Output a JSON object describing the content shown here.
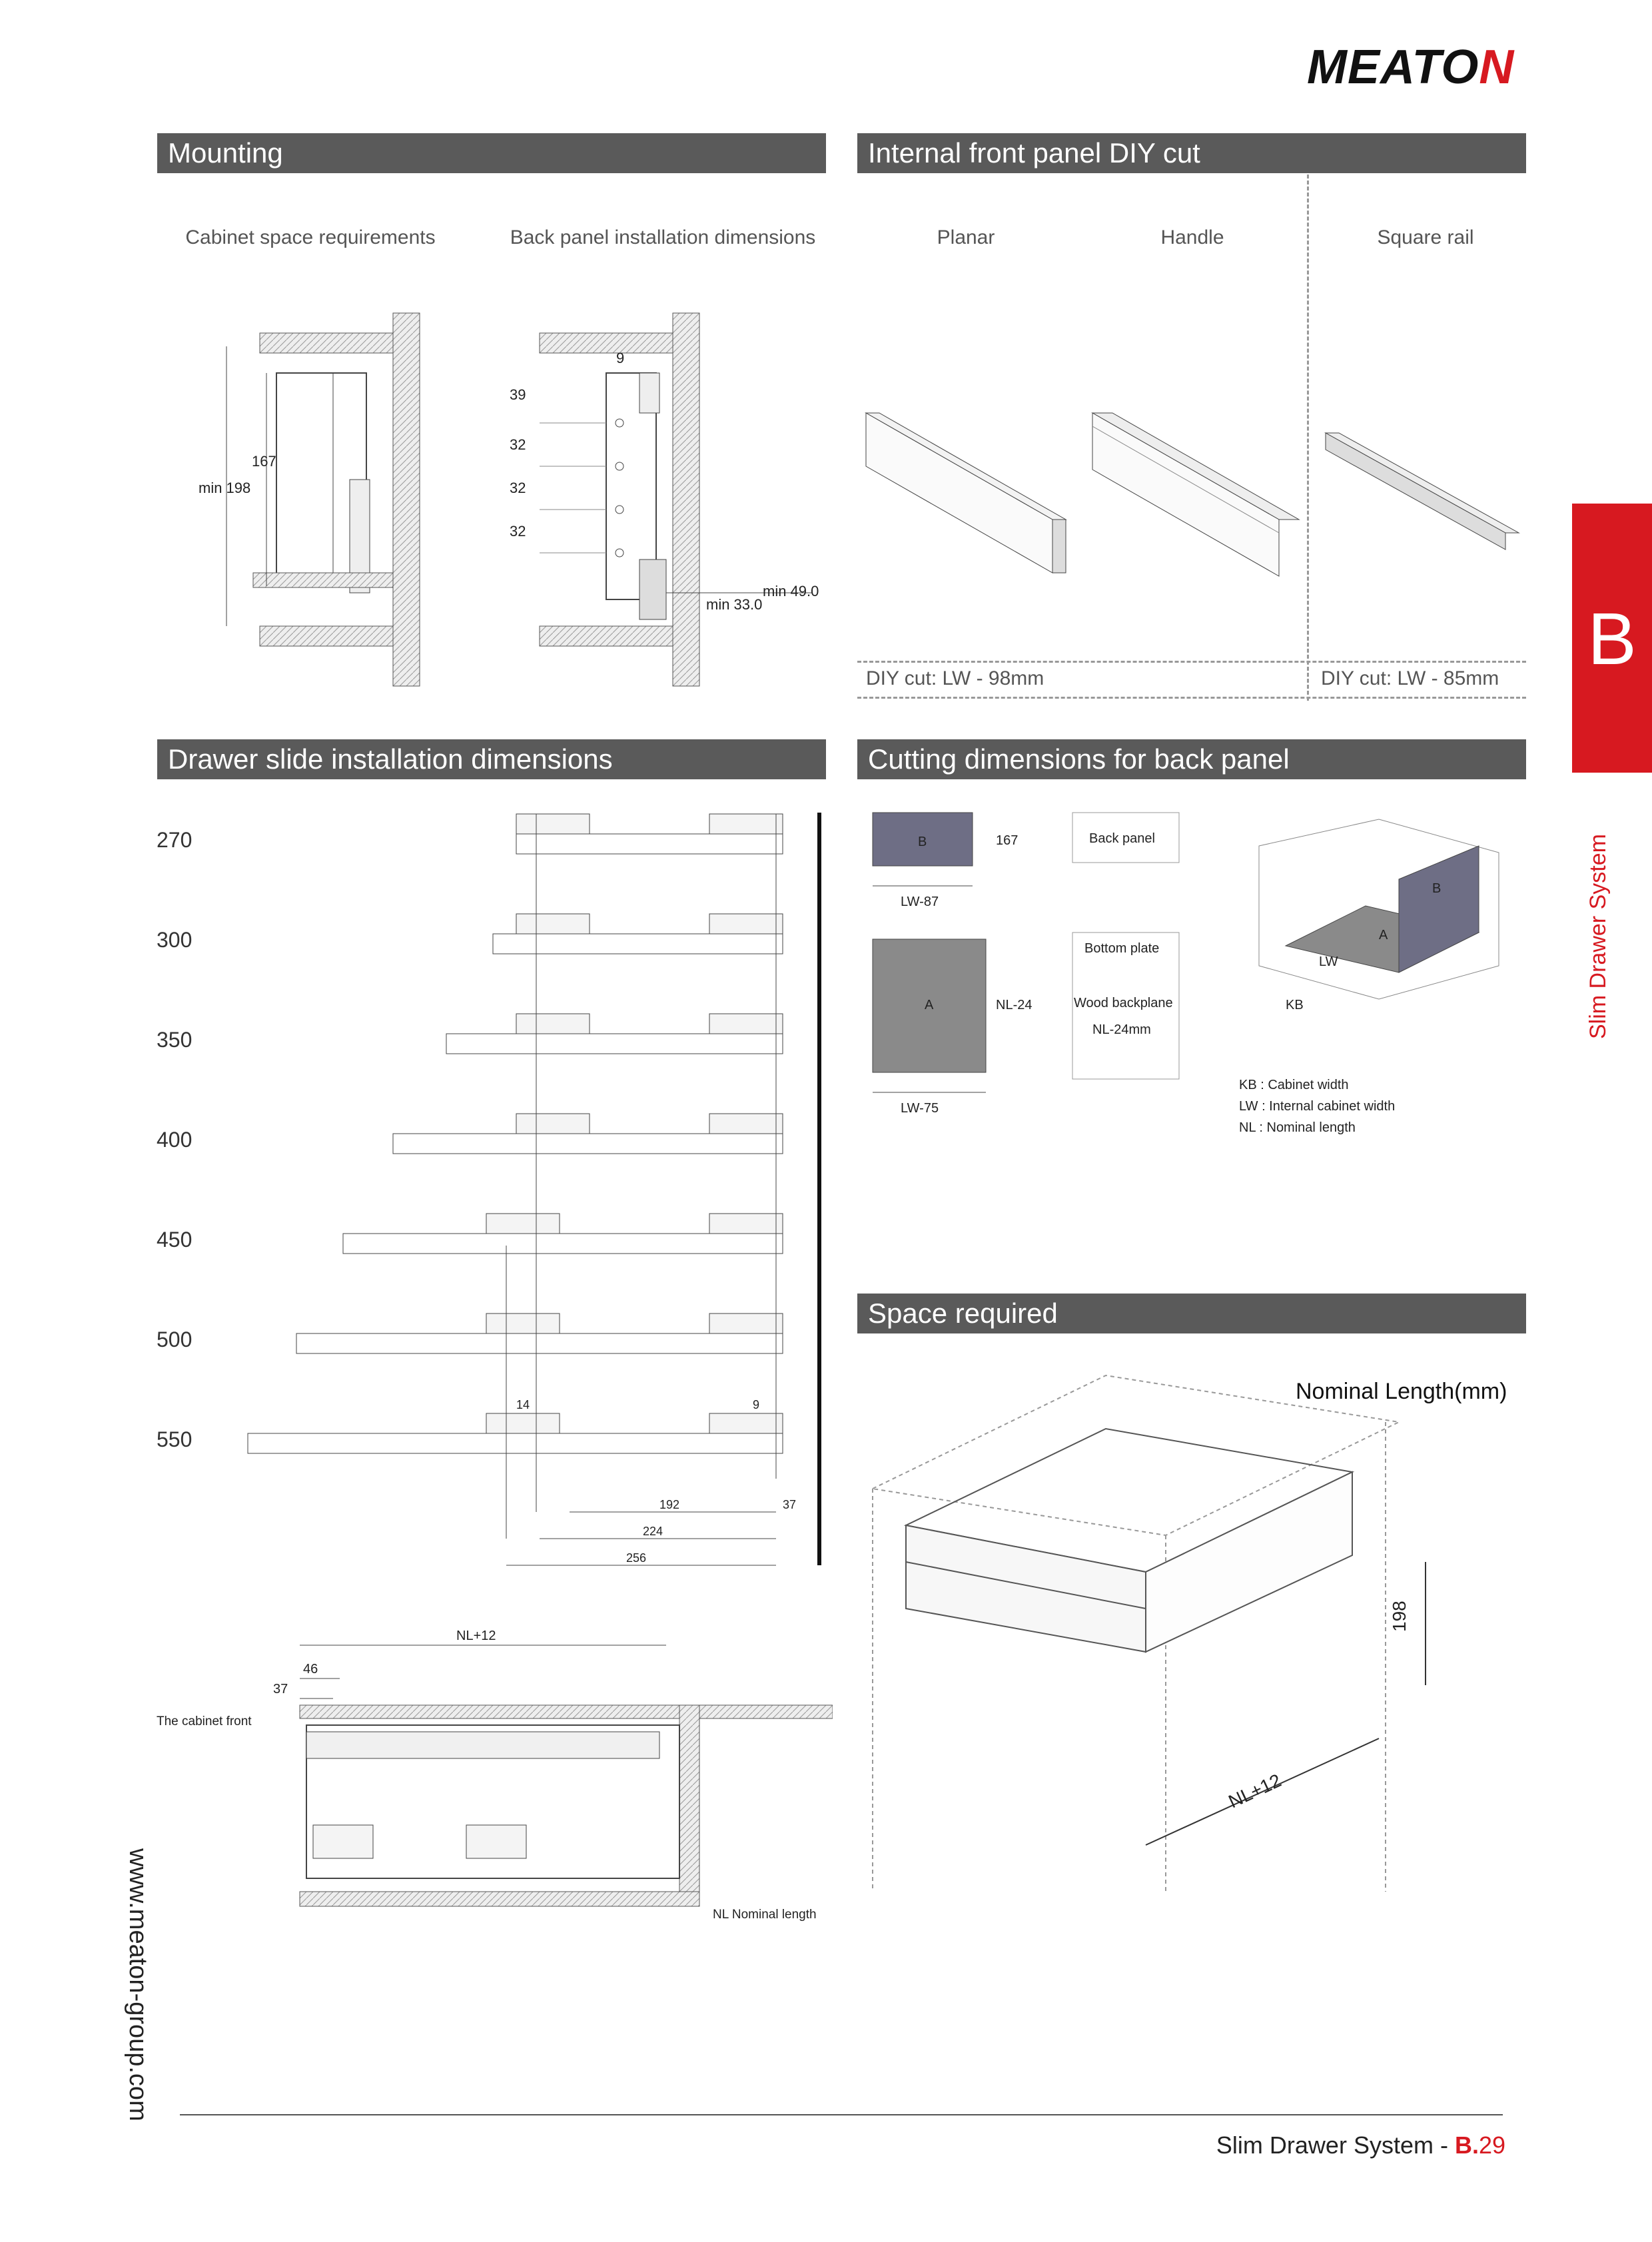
{
  "brand": {
    "name_main": "MEATO",
    "name_accent": "N"
  },
  "sections": {
    "mounting": "Mounting",
    "diy_cut": "Internal front panel DIY cut",
    "slide_install": "Drawer slide installation dimensions",
    "cutting_back": "Cutting dimensions for back panel",
    "space_required": "Space required"
  },
  "mounting": {
    "cap_left": "Cabinet space requirements",
    "cap_right": "Back panel installation dimensions",
    "dims_left": {
      "h1": "167",
      "h2": "min 198"
    },
    "dims_right": {
      "top": "9",
      "d1": "39",
      "d2": "32",
      "d3": "32",
      "d4": "32",
      "m1": "min 49.0",
      "m2": "min 33.0"
    }
  },
  "diy": {
    "cap_planar": "Planar",
    "cap_handle": "Handle",
    "cap_rail": "Square rail",
    "cut_left": "DIY cut: LW - 98mm",
    "cut_right": "DIY cut: LW - 85mm"
  },
  "slide": {
    "sizes": [
      "270",
      "300",
      "350",
      "400",
      "450",
      "500",
      "550"
    ],
    "dims": {
      "a": "14",
      "b": "9",
      "c": "192",
      "d": "37",
      "e": "224",
      "f": "256"
    },
    "cabinet_front": "The cabinet front",
    "nl12": "NL+12",
    "d46": "46",
    "d37": "37",
    "nl_nominal": "NL Nominal length"
  },
  "cutting": {
    "B": "B",
    "A": "A",
    "dim167": "167",
    "lw87": "LW-87",
    "nl24": "NL-24",
    "lw75": "LW-75",
    "back_panel": "Back panel",
    "bottom_plate": "Bottom plate",
    "wood1": "Wood backplane",
    "wood2": "NL-24mm",
    "iso_B": "B",
    "iso_A": "A",
    "iso_LW": "LW",
    "iso_KB": "KB",
    "legend": [
      "KB : Cabinet width",
      "LW : Internal cabinet width",
      "NL : Nominal length"
    ]
  },
  "space": {
    "nominal": "Nominal Length(mm)",
    "h198": "198",
    "nl12": "NL+12"
  },
  "side": {
    "tab": "B",
    "title": "Slim Drawer System",
    "website": "www.meaton-group.com"
  },
  "footer": {
    "text": "Slim Drawer System - ",
    "b": "B.",
    "num": "29"
  },
  "colors": {
    "accent": "#d71920",
    "bar": "#5a5a5a",
    "panelB": "#6e6e85",
    "panelA": "#8a8a8a"
  }
}
